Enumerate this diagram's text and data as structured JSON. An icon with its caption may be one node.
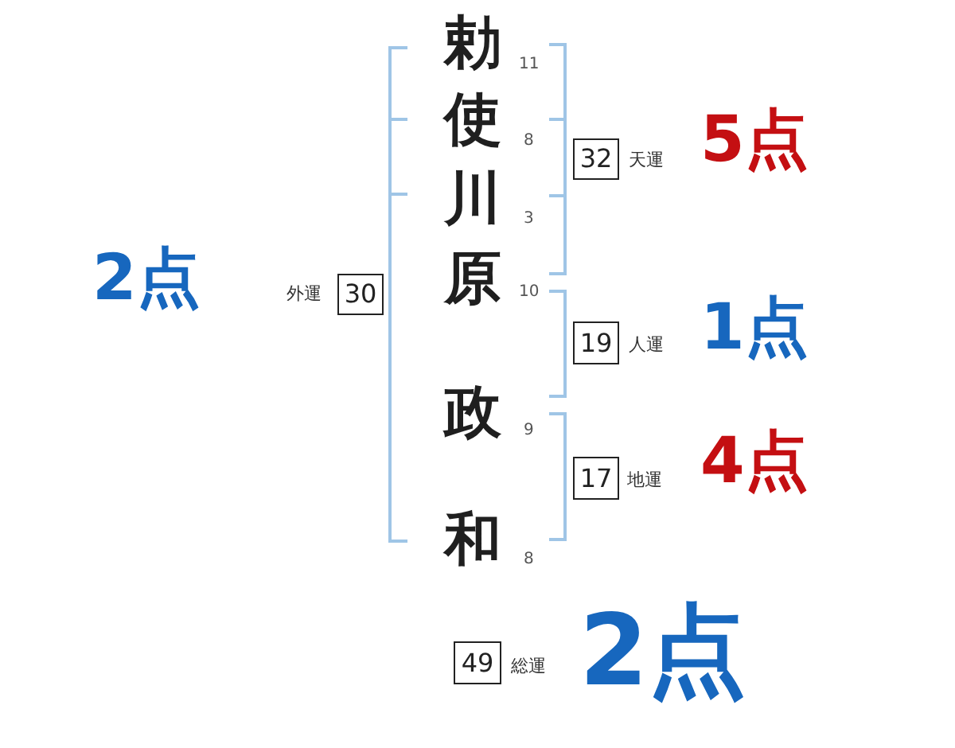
{
  "diagram": {
    "nodes": [
      {
        "text": [
          "30"
        ],
        "beside": [
          "外運",
          "2点"
        ]
      },
      {
        "text": [
          "32"
        ],
        "beside": [
          "天運",
          "5点"
        ]
      },
      {
        "text": [
          "19"
        ],
        "beside": [
          "人運",
          "1点"
        ]
      },
      {
        "text": [
          "17"
        ],
        "beside": [
          "地運",
          "4点"
        ]
      },
      {
        "text": [
          "49"
        ],
        "beside": [
          "総運",
          "2点"
        ]
      }
    ],
    "labels": [
      "勅",
      "11",
      "使",
      "8",
      "川",
      "3",
      "原",
      "10",
      "政",
      "9",
      "和",
      "8"
    ]
  }
}
